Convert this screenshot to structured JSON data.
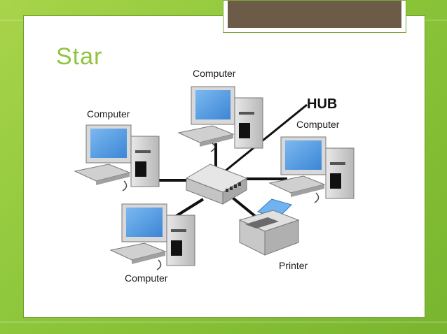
{
  "slide": {
    "title": "Star"
  },
  "diagram": {
    "hub_label": "HUB",
    "nodes": [
      {
        "label": "Computer"
      },
      {
        "label": "Computer"
      },
      {
        "label": "Computer"
      },
      {
        "label": "Computer"
      },
      {
        "label": "Printer"
      }
    ]
  },
  "colors": {
    "background": "#8cc63a",
    "title": "#8fc43f",
    "title_box": "#6b5b47",
    "screen": "#5a9fe0"
  }
}
